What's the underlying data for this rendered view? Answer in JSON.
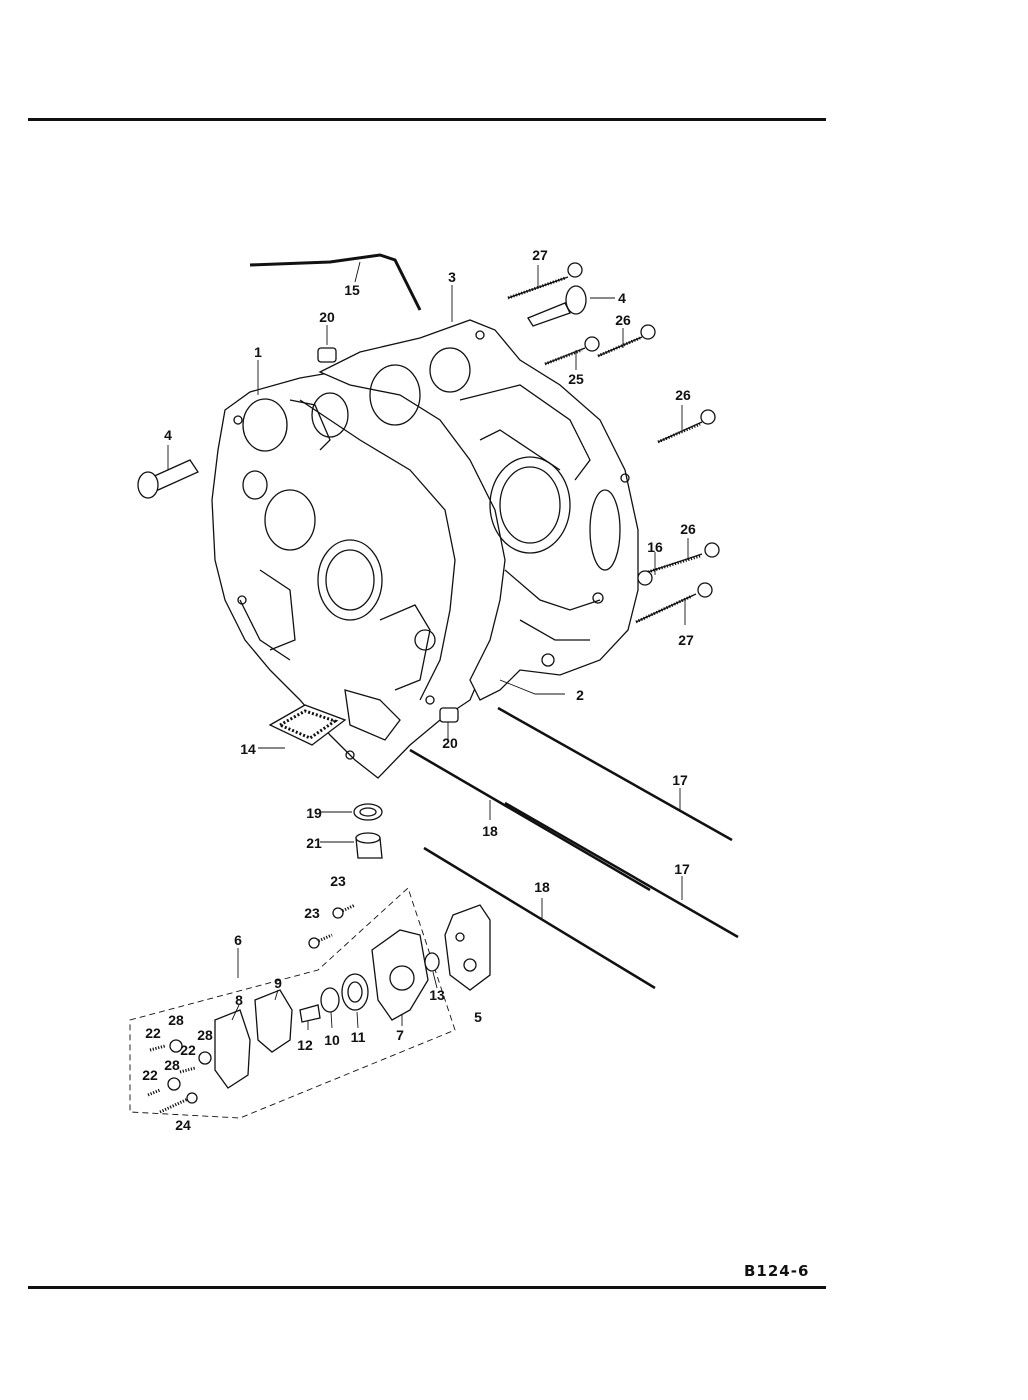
{
  "page": {
    "code": "B124-6"
  },
  "callouts": [
    {
      "id": "c1",
      "text": "1"
    },
    {
      "id": "c2",
      "text": "2"
    },
    {
      "id": "c3",
      "text": "3"
    },
    {
      "id": "c4a",
      "text": "4"
    },
    {
      "id": "c4b",
      "text": "4"
    },
    {
      "id": "c5",
      "text": "5"
    },
    {
      "id": "c6",
      "text": "6"
    },
    {
      "id": "c7",
      "text": "7"
    },
    {
      "id": "c8",
      "text": "8"
    },
    {
      "id": "c9",
      "text": "9"
    },
    {
      "id": "c10",
      "text": "10"
    },
    {
      "id": "c11",
      "text": "11"
    },
    {
      "id": "c12",
      "text": "12"
    },
    {
      "id": "c13",
      "text": "13"
    },
    {
      "id": "c14",
      "text": "14"
    },
    {
      "id": "c15",
      "text": "15"
    },
    {
      "id": "c16",
      "text": "16"
    },
    {
      "id": "c17a",
      "text": "17"
    },
    {
      "id": "c17b",
      "text": "17"
    },
    {
      "id": "c18a",
      "text": "18"
    },
    {
      "id": "c18b",
      "text": "18"
    },
    {
      "id": "c19",
      "text": "19"
    },
    {
      "id": "c20a",
      "text": "20"
    },
    {
      "id": "c20b",
      "text": "20"
    },
    {
      "id": "c21",
      "text": "21"
    },
    {
      "id": "c22a",
      "text": "22"
    },
    {
      "id": "c22b",
      "text": "22"
    },
    {
      "id": "c22c",
      "text": "22"
    },
    {
      "id": "c23a",
      "text": "23"
    },
    {
      "id": "c23b",
      "text": "23"
    },
    {
      "id": "c24",
      "text": "24"
    },
    {
      "id": "c25",
      "text": "25"
    },
    {
      "id": "c26a",
      "text": "26"
    },
    {
      "id": "c26b",
      "text": "26"
    },
    {
      "id": "c26c",
      "text": "26"
    },
    {
      "id": "c27a",
      "text": "27"
    },
    {
      "id": "c27b",
      "text": "27"
    },
    {
      "id": "c28a",
      "text": "28"
    },
    {
      "id": "c28b",
      "text": "28"
    },
    {
      "id": "c28c",
      "text": "28"
    }
  ]
}
